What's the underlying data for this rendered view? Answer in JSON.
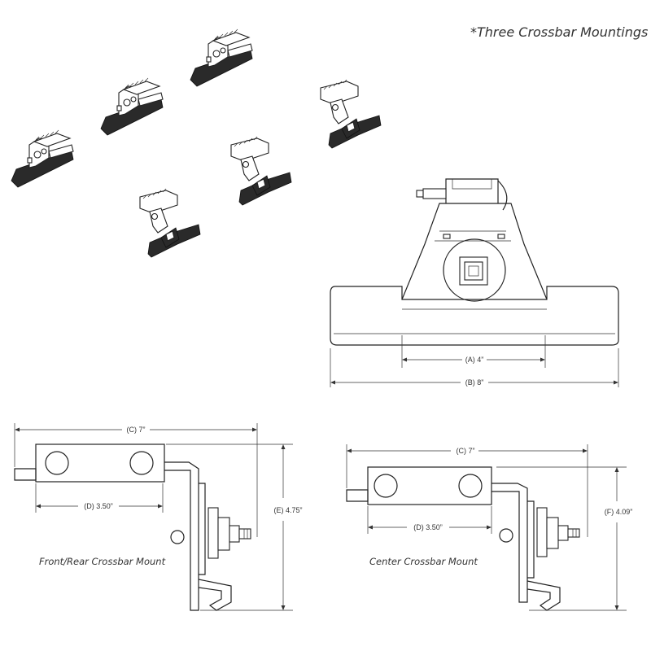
{
  "title": "*Three Crossbar Mountings",
  "captions": {
    "front_rear": "Front/Rear Crossbar Mount",
    "center": "Center Crossbar Mount"
  },
  "dimensions": {
    "a": "(A) 4”",
    "b": "(B) 8”",
    "c_left": "(C) 7”",
    "d_left": "(D) 3.50”",
    "e": "(E) 4.75”",
    "c_right": "(C) 7”",
    "d_right": "(D) 3.50”",
    "f": "(F) 4.09”"
  }
}
